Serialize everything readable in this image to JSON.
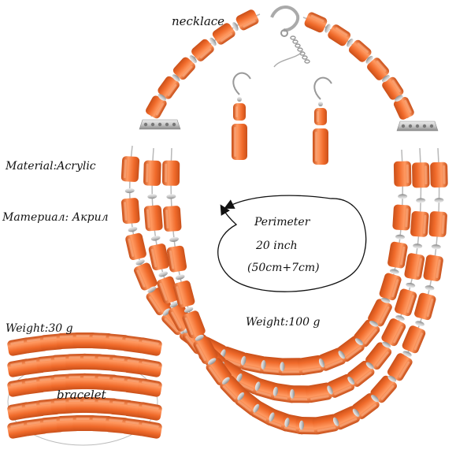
{
  "labels": {
    "necklace": "necklace",
    "material_en": "Material:Acrylic",
    "material_ru": "Материал: Акрил",
    "perimeter_title": "Perimeter",
    "perimeter_value": "20 inch",
    "perimeter_detail": "(50cm+7cm)",
    "necklace_weight": "Weight:100 g",
    "bracelet_weight": "Weight:30 g",
    "bracelet": "bracelet"
  },
  "colors": {
    "bead": "#f06a2a",
    "bead_shade": "#c9501a",
    "bead_light": "#ff9a62",
    "metal": "#c8c8c8",
    "metal_dark": "#8a8a8a",
    "text": "#111111"
  }
}
